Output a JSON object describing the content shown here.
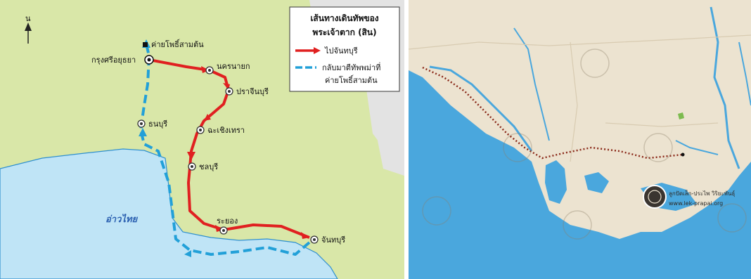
{
  "left_map": {
    "north_arrow": "น",
    "legend": {
      "title_line1": "เส้นทางเดินทัพของ",
      "title_line2": "พระเจ้าตาก (สิน)",
      "red_route_label": "ไปจันทบุรี",
      "blue_route_label_line1": "กลับมาตีทัพพม่าที่",
      "blue_route_label_line2": "ค่ายโพธิ์สามต้น"
    },
    "places": {
      "camp": "ค่ายโพธิ์สามต้น",
      "ayutthaya": "กรุงศรีอยุธยา",
      "nakhon_nayok": "นครนายก",
      "prachin_buri": "ปราจีนบุรี",
      "chachoengsao": "ฉะเชิงเทรา",
      "thonburi": "ธนบุรี",
      "chonburi": "ชลบุรี",
      "rayong": "ระยอง",
      "chanthaburi": "จันทบุรี"
    },
    "sea": "อ่าวไทย",
    "colors": {
      "land": "#d9e7a8",
      "sea": "#bfe4f6",
      "neighbor": "#e5e5e5",
      "red_route": "#e02020",
      "blue_route": "#22a0d8"
    }
  },
  "right_map": {
    "watermark_line1": "ลูกปัดเล็ก-ประไพ วิริยะพันธุ์",
    "watermark_line2": "www.lek-prapai.org",
    "colors": {
      "land": "#ece3d0",
      "sea": "#4aa7dd",
      "route": "#8b2a1a"
    }
  }
}
